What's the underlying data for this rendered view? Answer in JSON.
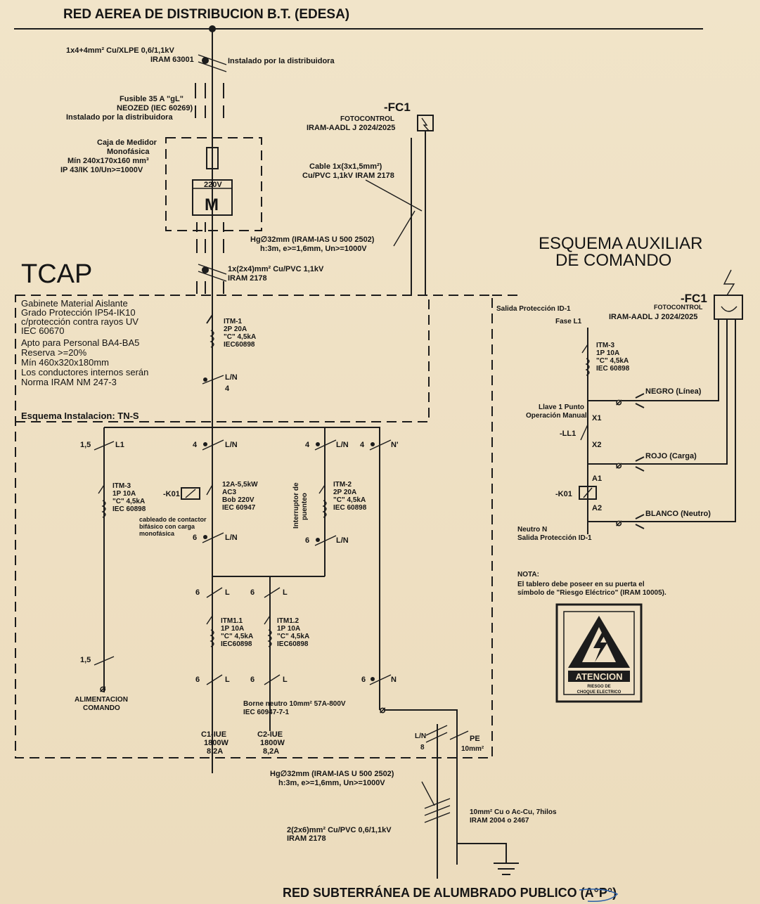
{
  "top_title": "RED AEREA DE DISTRIBUCION B.T. (EDESA)",
  "bottom_title": "RED SUBTERRÁNEA DE ALUMBRADO PUBLICO (A°P°)",
  "service_cable": [
    "1x4+4mm² Cu/XLPE 0,6/1,1kV",
    "IRAM 63001"
  ],
  "installed_by": "Instalado por la distribuidora",
  "fuse": [
    "Fusible 35 A \"gL\"",
    "NEOZED (IEC 60269)",
    "Instalado por la distribuidora"
  ],
  "meter_box": [
    "Caja de Medidor",
    "Monofásica",
    "Mín 240x170x160 mm³",
    "IP 43/IK 10/Un>=1000V"
  ],
  "meter": {
    "voltage": "220V",
    "symbol": "M"
  },
  "photocontrol": {
    "tag": "-FC1",
    "name": "FOTOCONTROL",
    "norm": "IRAM-AADL J 2024/2025"
  },
  "fc_cable": [
    "Cable 1x(3x1,5mm²)",
    "Cu/PVC 1,1kV IRAM 2178"
  ],
  "pipe_top": [
    "Hg∅32mm (IRAM-IAS U 500 2502)",
    "h:3m, e>=1,6mm, Un>=1000V"
  ],
  "feeder_cable": [
    "1x(2x4)mm² Cu/PVC 1,1kV",
    "IRAM 2178"
  ],
  "tcap": {
    "title": "TCAP",
    "specs": [
      "Gabinete Material Aislante",
      "Grado Protección IP54-IK10",
      "c/protección contra rayos UV",
      "IEC 60670",
      "Apto para Personal BA4-BA5",
      "Reserva >=20%",
      "Mín 460x320x180mm",
      "Los conductores internos serán",
      "Norma IRAM NM 247-3"
    ],
    "scheme": "Esquema Instalacion: TN-S"
  },
  "itm1": [
    "ITM-1",
    "2P 20A",
    "\"C\" 4,5kA",
    "IEC60898"
  ],
  "ln_4": [
    "L/N",
    "4"
  ],
  "wires": {
    "l1": "L1",
    "ln": "L/N",
    "n_prime": "N'",
    "l": "L",
    "n": "N",
    "w15": "1,5",
    "w4": "4",
    "w6": "6"
  },
  "itm3_left": [
    "ITM-3",
    "1P 10A",
    "\"C\" 4,5kA",
    "IEC 60898"
  ],
  "contactor": {
    "tag": "-K01",
    "spec": [
      "12A-5,5kW",
      "AC3",
      "Bob 220V",
      "IEC 60947"
    ],
    "note": [
      "cableado de contactor",
      "bifásico con carga",
      "monofásica"
    ]
  },
  "switch_label": [
    "Interruptor de",
    "puenteo"
  ],
  "itm2": [
    "ITM-2",
    "2P 20A",
    "\"C\" 4,5kA",
    "IEC 60898"
  ],
  "itm11": [
    "ITM1.1",
    "1P 10A",
    "\"C\" 4,5kA",
    "IEC60898"
  ],
  "itm12": [
    "ITM1.2",
    "1P 10A",
    "\"C\" 4,5kA",
    "IEC60898"
  ],
  "feed_cmd": [
    "ALIMENTACION",
    "COMANDO"
  ],
  "neutral_bar": [
    "Borne neutro 10mm² 57A-800V",
    "IEC 60947-7-1"
  ],
  "circuits": [
    [
      "C1-IUE",
      "1800W",
      "8,2A"
    ],
    [
      "C2-IUE",
      "1800W",
      "8,2A"
    ]
  ],
  "pe": [
    "PE",
    "10mm²"
  ],
  "ln8": [
    "L/N",
    "8"
  ],
  "pipe_bottom": [
    "Hg∅32mm (IRAM-IAS U 500 2502)",
    "h:3m, e>=1,6mm, Un>=1000V"
  ],
  "earth_cable": [
    "10mm² Cu o Ac-Cu, 7hilos",
    "IRAM 2004 o 2467"
  ],
  "out_cable": [
    "2(2x6)mm² Cu/PVC 0,6/1,1kV",
    "IRAM 2178"
  ],
  "aux": {
    "title": [
      "ESQUEMA AUXILIAR",
      "DE COMANDO"
    ],
    "fc_tag": "-FC1",
    "fc_name": "FOTOCONTROL",
    "fc_norm": "IRAM-AADL J 2024/2025",
    "in_label": [
      "Salida Protección ID-1",
      "Fase L1"
    ],
    "itm3": [
      "ITM-3",
      "1P 10A",
      "\"C\" 4,5kA",
      "IEC 60898"
    ],
    "wire_black": "NEGRO (Línea)",
    "key": [
      "Llave 1 Punto",
      "Operación Manual"
    ],
    "x1": "X1",
    "ll1": "-LL1",
    "x2": "X2",
    "wire_red": "ROJO (Carga)",
    "a1": "A1",
    "k01": "-K01",
    "a2": "A2",
    "wire_white": "BLANCO (Neutro)",
    "out_label": [
      "Neutro N",
      "Salida Protección ID-1"
    ],
    "note": [
      "NOTA:",
      "El tablero debe poseer en su puerta el",
      "símbolo de \"Riesgo Eléctrico\" (IRAM 10005)."
    ],
    "warning": {
      "title": "ATENCION",
      "sub": [
        "RIESGO DE",
        "CHOQUE ELECTRICO"
      ]
    }
  }
}
